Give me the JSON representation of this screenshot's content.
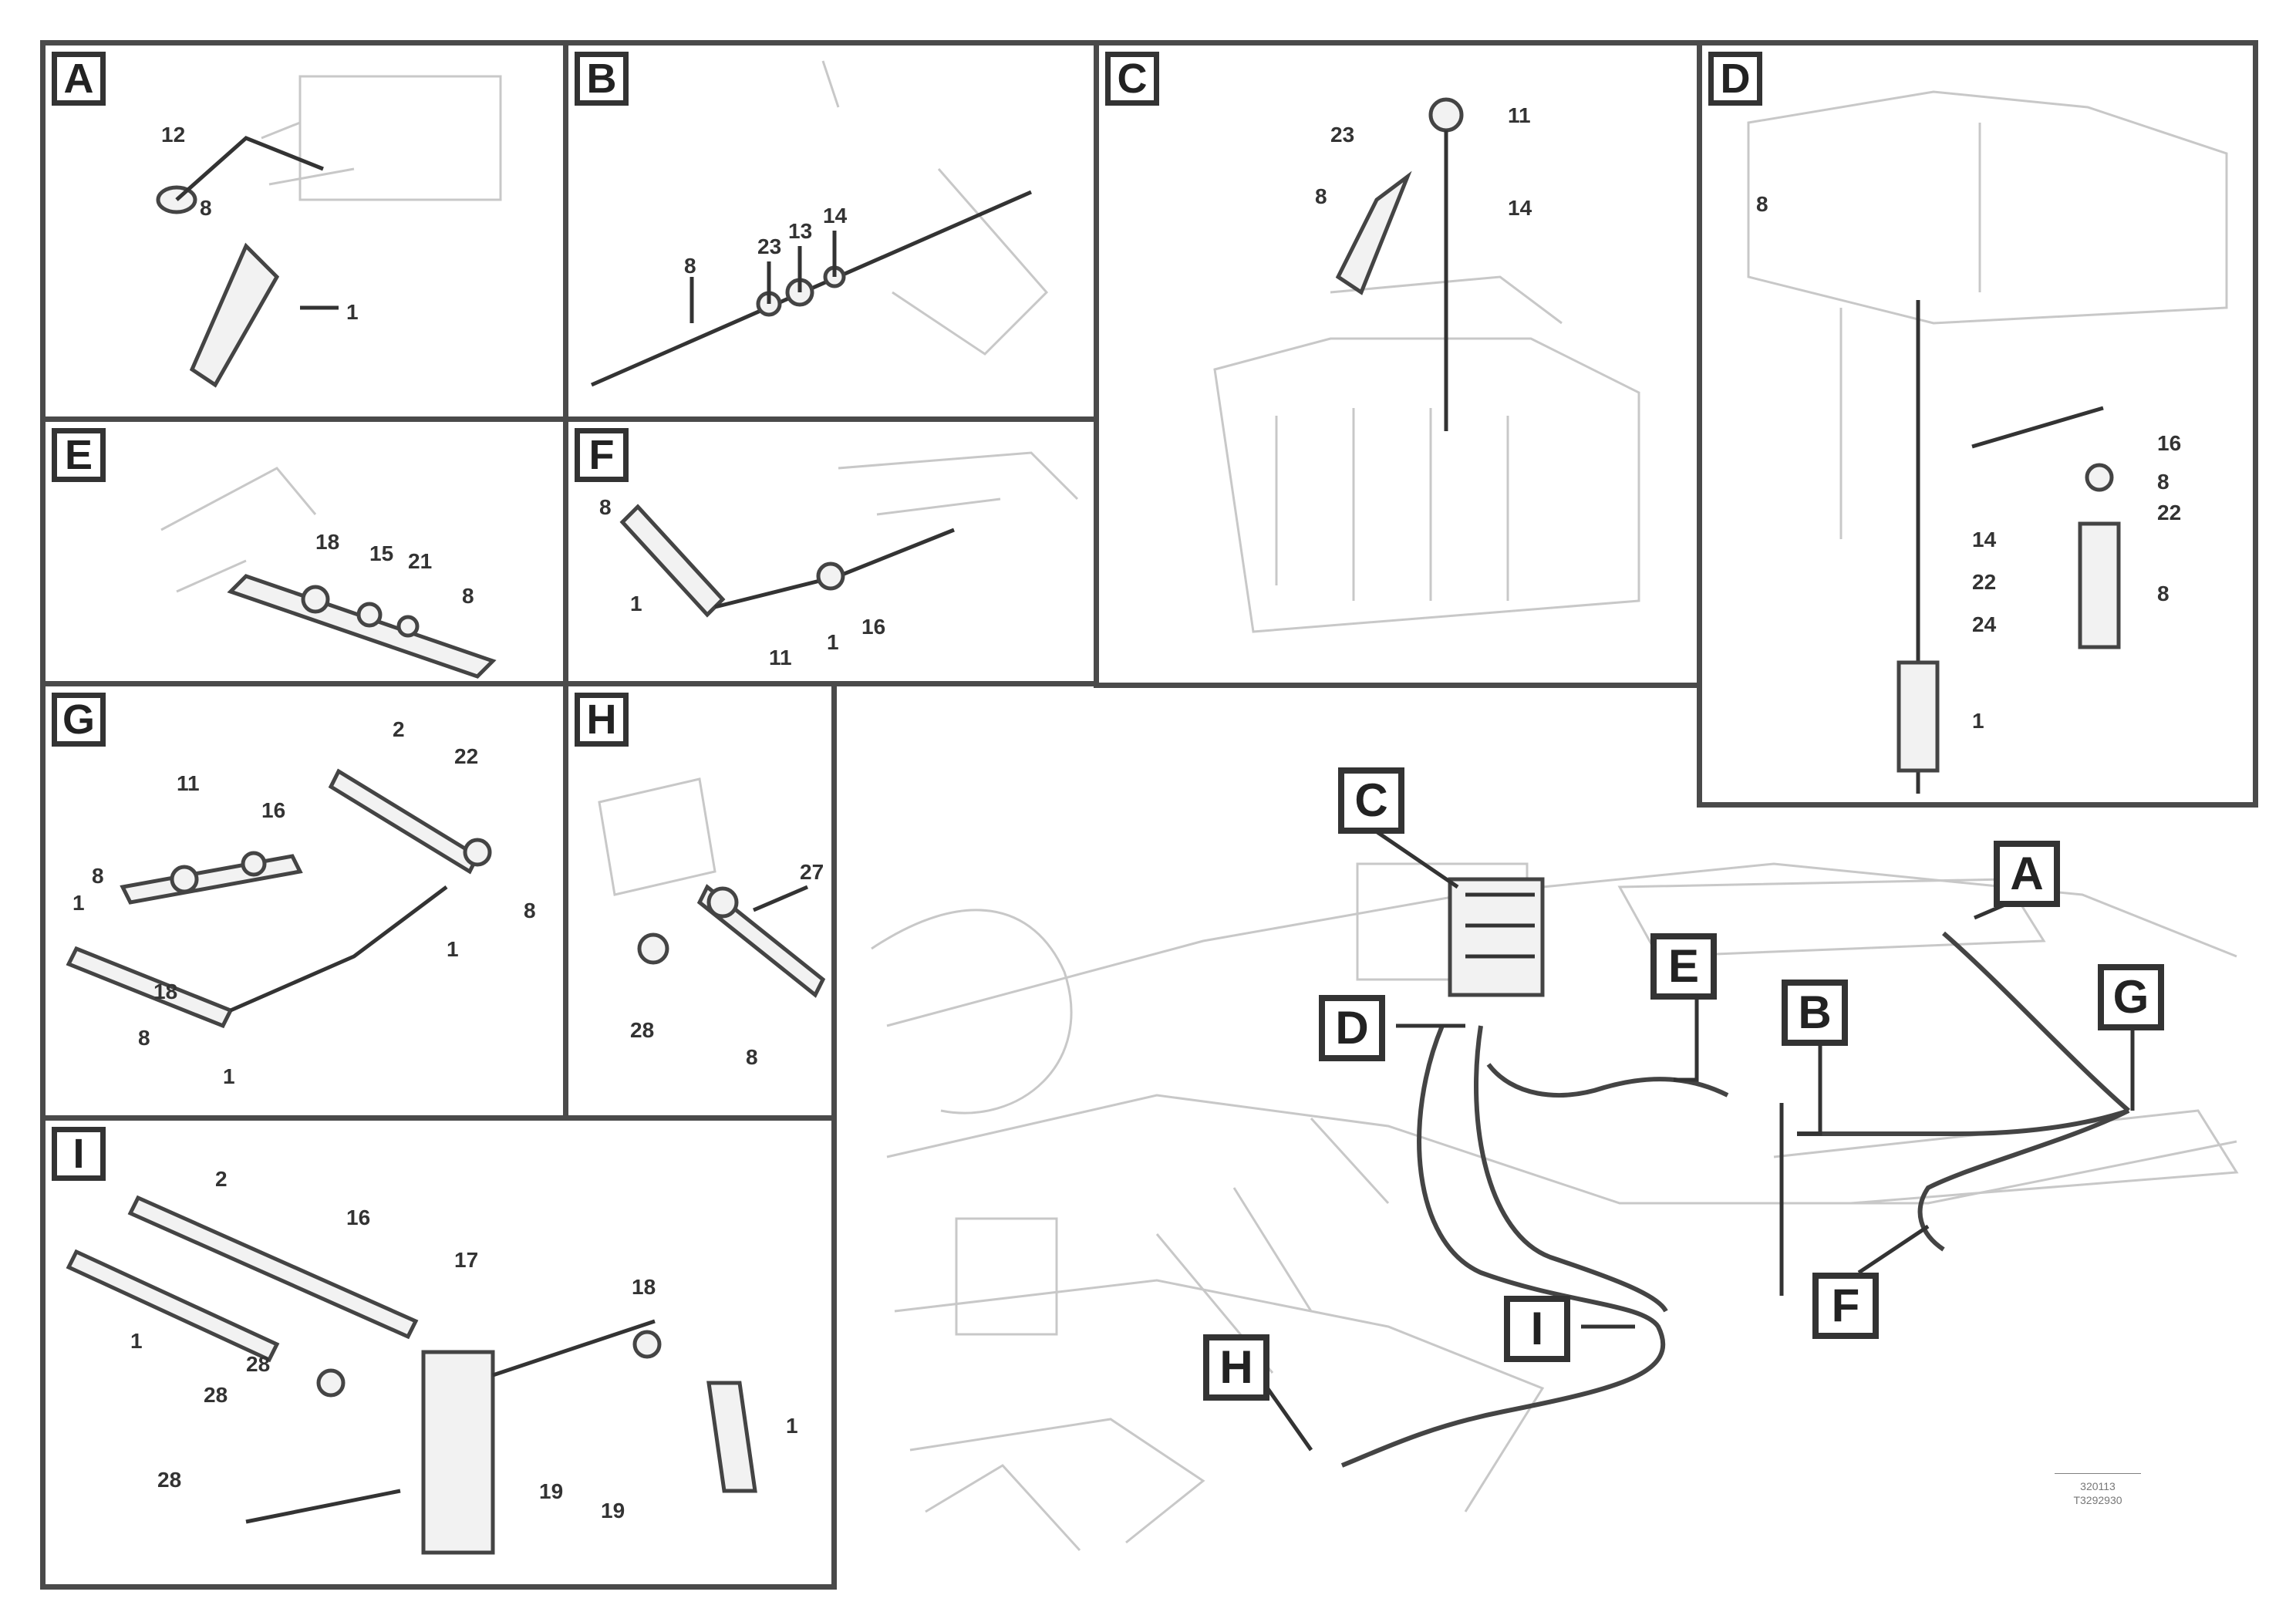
{
  "panels": [
    {
      "tag": "A",
      "labels": [
        "12",
        "8",
        "1"
      ]
    },
    {
      "tag": "B",
      "labels": [
        "8",
        "23",
        "13",
        "14"
      ]
    },
    {
      "tag": "C",
      "labels": [
        "23",
        "11",
        "8",
        "14"
      ]
    },
    {
      "tag": "D",
      "labels": [
        "8",
        "16",
        "8",
        "22",
        "14",
        "22",
        "24",
        "8",
        "1"
      ]
    },
    {
      "tag": "E",
      "labels": [
        "18",
        "15",
        "21",
        "8"
      ]
    },
    {
      "tag": "F",
      "labels": [
        "8",
        "1",
        "11",
        "1",
        "16"
      ]
    },
    {
      "tag": "G",
      "labels": [
        "2",
        "22",
        "11",
        "16",
        "8",
        "1",
        "1",
        "8",
        "18",
        "8",
        "1"
      ]
    },
    {
      "tag": "H",
      "labels": [
        "27",
        "28",
        "8"
      ]
    },
    {
      "tag": "I",
      "labels": [
        "2",
        "16",
        "17",
        "18",
        "28",
        "28",
        "28",
        "1",
        "19",
        "19",
        "1"
      ]
    }
  ],
  "callouts": [
    "C",
    "D",
    "E",
    "B",
    "A",
    "G",
    "F",
    "I",
    "H"
  ],
  "stamp": {
    "line1": "————————",
    "line2": "320113",
    "line3": "T3292930"
  }
}
